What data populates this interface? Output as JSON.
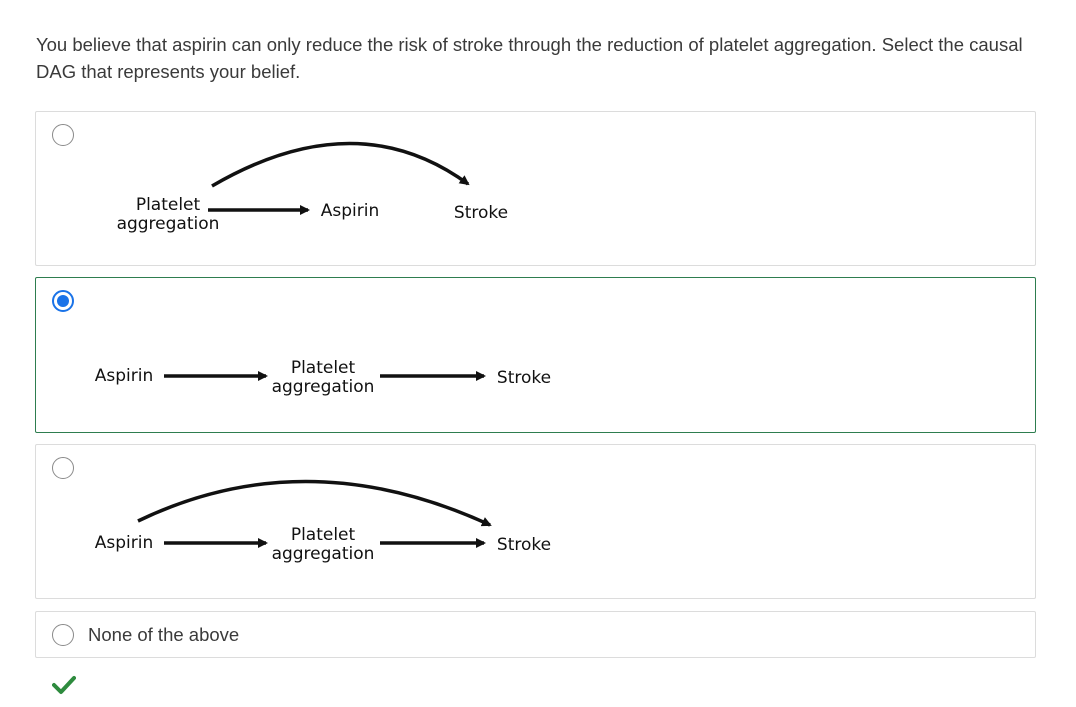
{
  "question": {
    "text": "You believe that aspirin can only reduce the risk of stroke through the reduction of platelet aggregation. Select the causal DAG that represents your belief."
  },
  "options": [
    {
      "selected": false,
      "nodes": {
        "platelet_line1": "Platelet",
        "platelet_line2": "aggregation",
        "aspirin": "Aspirin",
        "stroke": "Stroke"
      }
    },
    {
      "selected": true,
      "nodes": {
        "aspirin": "Aspirin",
        "platelet_line1": "Platelet",
        "platelet_line2": "aggregation",
        "stroke": "Stroke"
      }
    },
    {
      "selected": false,
      "nodes": {
        "aspirin": "Aspirin",
        "platelet_line1": "Platelet",
        "platelet_line2": "aggregation",
        "stroke": "Stroke"
      }
    },
    {
      "selected": false,
      "label": "None of the above"
    }
  ],
  "feedback": {
    "icon": "checkmark-icon",
    "color": "#2e8b3e",
    "status": "correct"
  },
  "colors": {
    "radio_selected": "#1a73e8",
    "selected_border": "#2e7d4f",
    "option_border": "#dcdcdc"
  }
}
